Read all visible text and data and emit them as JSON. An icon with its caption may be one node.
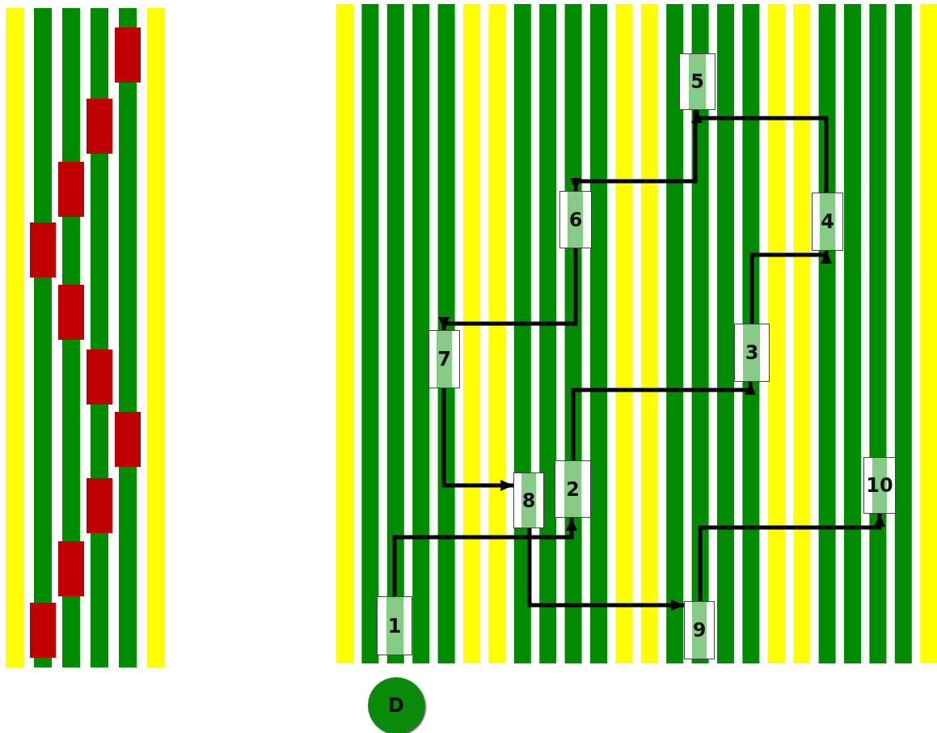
{
  "diagram": {
    "nodes": [
      {
        "text": [
          "5"
        ]
      },
      {
        "text": [
          "6"
        ]
      },
      {
        "text": [
          "4"
        ]
      },
      {
        "text": [
          "7"
        ]
      },
      {
        "text": [
          "3"
        ]
      },
      {
        "text": [
          "2"
        ]
      },
      {
        "text": [
          "10"
        ]
      },
      {
        "text": [
          "8"
        ]
      },
      {
        "text": [
          "1"
        ]
      },
      {
        "text": [
          "9"
        ]
      },
      {
        "text": [
          "D"
        ]
      }
    ],
    "edges": [
      {
        "from": 8,
        "to": 5,
        "arrow": "to"
      },
      {
        "from": 5,
        "to": 4,
        "arrow": "to"
      },
      {
        "from": 4,
        "to": 2,
        "arrow": "to"
      },
      {
        "from": 2,
        "to": 0,
        "arrow": "to"
      },
      {
        "from": 0,
        "to": 1,
        "arrow": "to"
      },
      {
        "from": 1,
        "to": 3,
        "arrow": "to"
      },
      {
        "from": 3,
        "to": 7,
        "arrow": "to"
      },
      {
        "from": 7,
        "to": 9,
        "arrow": "to"
      },
      {
        "from": 9,
        "to": 6,
        "arrow": "to"
      }
    ]
  }
}
